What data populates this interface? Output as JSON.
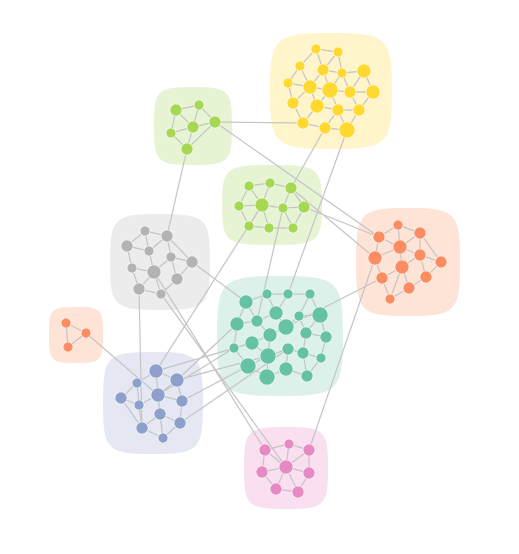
{
  "colors": {
    "background": "#ffffff",
    "edge": "#c4c4c4"
  },
  "clusters": [
    {
      "id": "yellow",
      "color": "#ffd92f",
      "fill": "#fff3c4"
    },
    {
      "id": "lime-top",
      "color": "#a6d854",
      "fill": "#e3f3cf"
    },
    {
      "id": "lime-mid",
      "color": "#a6d854",
      "fill": "#e3f3cf"
    },
    {
      "id": "gray",
      "color": "#b3b3b3",
      "fill": "#eaeaea"
    },
    {
      "id": "orange",
      "color": "#fc8d62",
      "fill": "#fee0d3"
    },
    {
      "id": "teal",
      "color": "#66c2a5",
      "fill": "#d8efe7"
    },
    {
      "id": "orange-small",
      "color": "#fc8d62",
      "fill": "#fee0d3"
    },
    {
      "id": "blue",
      "color": "#8da0cb",
      "fill": "#e2e6f2"
    },
    {
      "id": "pink",
      "color": "#e78ac3",
      "fill": "#f8dcee"
    }
  ]
}
